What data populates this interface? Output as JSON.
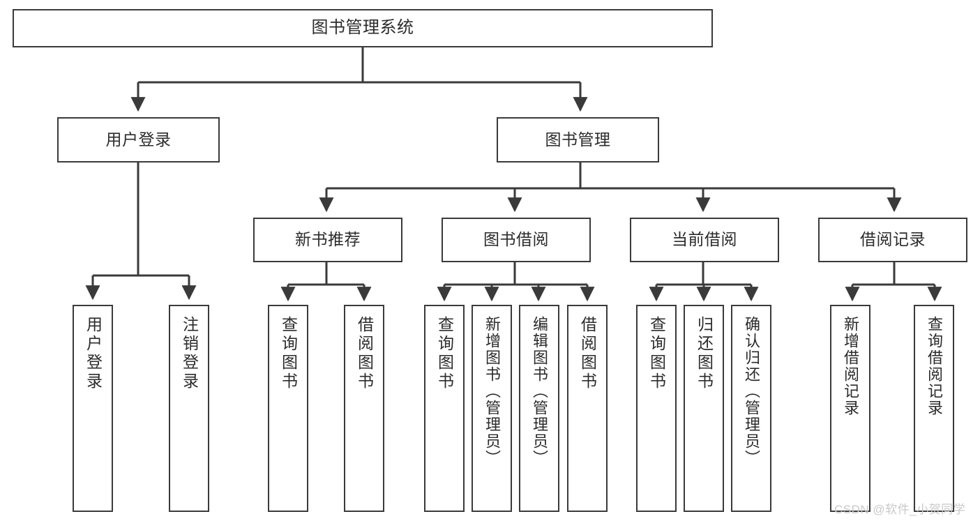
{
  "diagram": {
    "title": "图书管理系统",
    "root": {
      "label": "图书管理系统"
    },
    "level2": [
      {
        "label": "用户登录"
      },
      {
        "label": "图书管理"
      }
    ],
    "level3": [
      {
        "label": "新书推荐"
      },
      {
        "label": "图书借阅"
      },
      {
        "label": "当前借阅"
      },
      {
        "label": "借阅记录"
      }
    ],
    "leaves": {
      "user_login": [
        {
          "label": "用户登录"
        },
        {
          "label": "注销登录"
        }
      ],
      "new_book_recommend": [
        {
          "label": "查询图书"
        },
        {
          "label": "借阅图书"
        }
      ],
      "book_borrow": [
        {
          "label": "查询图书"
        },
        {
          "label": "新增图书（管理员）"
        },
        {
          "label": "编辑图书（管理员）"
        },
        {
          "label": "借阅图书"
        }
      ],
      "current_borrow": [
        {
          "label": "查询图书"
        },
        {
          "label": "归还图书"
        },
        {
          "label": "确认归还（管理员）"
        }
      ],
      "borrow_record": [
        {
          "label": "新增借阅记录"
        },
        {
          "label": "查询借阅记录"
        }
      ]
    }
  },
  "watermark": {
    "text": "CSDN @软件_小贺同学"
  },
  "colors": {
    "stroke": "#3a3a3a",
    "text": "#2b2b2b",
    "background": "#ffffff",
    "watermark": "#c9c9c9"
  }
}
